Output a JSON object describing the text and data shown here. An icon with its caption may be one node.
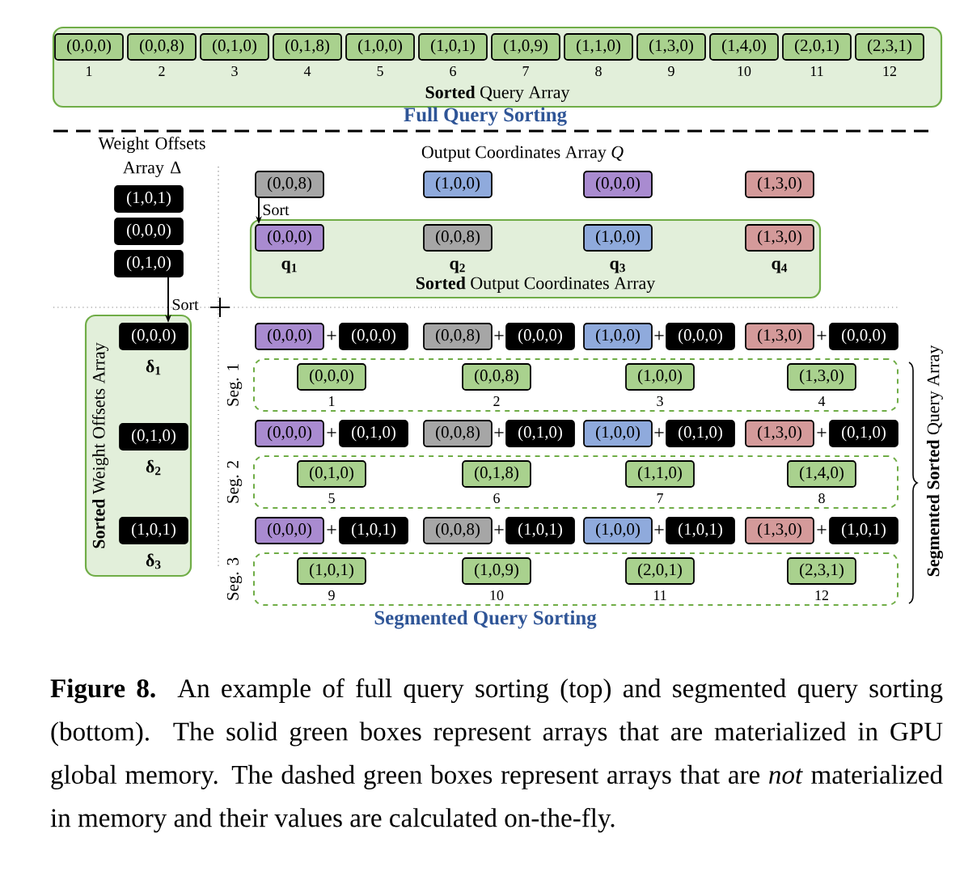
{
  "diagram": {
    "caption": "**Figure 8.** An example of full query sorting (top) and segmented query sorting (bottom). The solid green boxes represent arrays that are materialized in GPU global memory. The dashed green boxes represent arrays that are *not* materialized in memory and their values are calculated on-the-fly.",
    "nodes": [
      {
        "text": [
          "**Sorted** Query Array"
        ]
      },
      {
        "text": [
          "(0,0,0)"
        ],
        "in": 0,
        "beside": [
          "1"
        ]
      },
      {
        "text": [
          "(0,0,8)"
        ],
        "in": 0,
        "beside": [
          "2"
        ]
      },
      {
        "text": [
          "(0,1,0)"
        ],
        "in": 0,
        "beside": [
          "3"
        ]
      },
      {
        "text": [
          "(0,1,8)"
        ],
        "in": 0,
        "beside": [
          "4"
        ]
      },
      {
        "text": [
          "(1,0,0)"
        ],
        "in": 0,
        "beside": [
          "5"
        ]
      },
      {
        "text": [
          "(1,0,1)"
        ],
        "in": 0,
        "beside": [
          "6"
        ]
      },
      {
        "text": [
          "(1,0,9)"
        ],
        "in": 0,
        "beside": [
          "7"
        ]
      },
      {
        "text": [
          "(1,1,0)"
        ],
        "in": 0,
        "beside": [
          "8"
        ]
      },
      {
        "text": [
          "(1,3,0)"
        ],
        "in": 0,
        "beside": [
          "9"
        ]
      },
      {
        "text": [
          "(1,4,0)"
        ],
        "in": 0,
        "beside": [
          "10"
        ]
      },
      {
        "text": [
          "(2,0,1)"
        ],
        "in": 0,
        "beside": [
          "11"
        ]
      },
      {
        "text": [
          "(2,3,1)"
        ],
        "in": 0,
        "beside": [
          "12"
        ]
      },
      {
        "text": [
          "(1,0,1)"
        ]
      },
      {
        "text": [
          "(0,0,0)"
        ]
      },
      {
        "text": [
          "(0,1,0)"
        ]
      },
      {
        "text": [
          "(0,0,8)"
        ]
      },
      {
        "text": [
          "(1,0,0)"
        ]
      },
      {
        "text": [
          "(0,0,0)"
        ]
      },
      {
        "text": [
          "(1,3,0)"
        ]
      },
      {
        "text": [
          "**Sorted** Output Coordinates Array"
        ]
      },
      {
        "text": [
          "(0,0,0)"
        ],
        "in": 20,
        "beside": [
          "q$_{1}$"
        ]
      },
      {
        "text": [
          "(0,0,8)"
        ],
        "in": 20,
        "beside": [
          "q$_{2}$"
        ]
      },
      {
        "text": [
          "(1,0,0)"
        ],
        "in": 20,
        "beside": [
          "q$_{3}$"
        ]
      },
      {
        "text": [
          "(1,3,0)"
        ],
        "in": 20,
        "beside": [
          "q$_{4}$"
        ]
      },
      {
        "text": [
          "**Sorted** Weight Offsets Array"
        ]
      },
      {
        "text": [
          "(0,0,0)"
        ],
        "in": 25,
        "beside": [
          "δ$_{1}$"
        ]
      },
      {
        "text": [
          "(0,1,0)"
        ],
        "in": 25,
        "beside": [
          "δ$_{2}$"
        ]
      },
      {
        "text": [
          "(1,0,1)"
        ],
        "in": 25,
        "beside": [
          "δ$_{3}$"
        ]
      },
      {
        "text": [
          "(0,0,0)"
        ]
      },
      {
        "text": [
          "(0,0,0)"
        ]
      },
      {
        "text": [
          "(0,0,8)"
        ]
      },
      {
        "text": [
          "(0,0,0)"
        ]
      },
      {
        "text": [
          "(1,0,0)"
        ]
      },
      {
        "text": [
          "(0,0,0)"
        ]
      },
      {
        "text": [
          "(1,3,0)"
        ]
      },
      {
        "text": [
          "(0,0,0)"
        ]
      },
      {
        "text": [],
        "shape": "box",
        "beside": [
          "Seg. 1"
        ]
      },
      {
        "text": [
          "(0,0,0)"
        ],
        "in": 37,
        "beside": [
          "1"
        ]
      },
      {
        "text": [
          "(0,0,8)"
        ],
        "in": 37,
        "beside": [
          "2"
        ]
      },
      {
        "text": [
          "(1,0,0)"
        ],
        "in": 37,
        "beside": [
          "3"
        ]
      },
      {
        "text": [
          "(1,3,0)"
        ],
        "in": 37,
        "beside": [
          "4"
        ]
      },
      {
        "text": [
          "(0,0,0)"
        ]
      },
      {
        "text": [
          "(0,1,0)"
        ]
      },
      {
        "text": [
          "(0,0,8)"
        ]
      },
      {
        "text": [
          "(0,1,0)"
        ]
      },
      {
        "text": [
          "(1,0,0)"
        ]
      },
      {
        "text": [
          "(0,1,0)"
        ]
      },
      {
        "text": [
          "(1,3,0)"
        ]
      },
      {
        "text": [
          "(0,1,0)"
        ]
      },
      {
        "text": [],
        "shape": "box",
        "beside": [
          "Seg. 2"
        ]
      },
      {
        "text": [
          "(0,1,0)"
        ],
        "in": 50,
        "beside": [
          "5"
        ]
      },
      {
        "text": [
          "(0,1,8)"
        ],
        "in": 50,
        "beside": [
          "6"
        ]
      },
      {
        "text": [
          "(1,1,0)"
        ],
        "in": 50,
        "beside": [
          "7"
        ]
      },
      {
        "text": [
          "(1,4,0)"
        ],
        "in": 50,
        "beside": [
          "8"
        ]
      },
      {
        "text": [
          "(0,0,0)"
        ]
      },
      {
        "text": [
          "(1,0,1)"
        ]
      },
      {
        "text": [
          "(0,0,8)"
        ]
      },
      {
        "text": [
          "(1,0,1)"
        ]
      },
      {
        "text": [
          "(1,0,0)"
        ]
      },
      {
        "text": [
          "(1,0,1)"
        ]
      },
      {
        "text": [
          "(1,3,0)"
        ]
      },
      {
        "text": [
          "(1,0,1)"
        ]
      },
      {
        "text": [],
        "shape": "box",
        "beside": [
          "Seg. 3"
        ]
      },
      {
        "text": [
          "(1,0,1)"
        ],
        "in": 63,
        "beside": [
          "9"
        ]
      },
      {
        "text": [
          "(1,0,9)"
        ],
        "in": 63,
        "beside": [
          "10"
        ]
      },
      {
        "text": [
          "(2,0,1)"
        ],
        "in": 63,
        "beside": [
          "11"
        ]
      },
      {
        "text": [
          "(2,3,1)"
        ],
        "in": 63,
        "beside": [
          "12"
        ]
      }
    ],
    "edges": [
      {
        "from": 16,
        "to": 21,
        "arrow": "to",
        "label": "Sort"
      },
      {
        "from": 15,
        "to": 26,
        "arrow": "to",
        "label": "Sort"
      }
    ],
    "labels": [
      "Full Query Sorting",
      "Weight Offsets Array Δ",
      "Output Coordinates Array *Q*",
      "+",
      "+",
      "+",
      "+",
      "+",
      "+",
      "+",
      "+",
      "+",
      "+",
      "+",
      "+",
      "**Segmented Sorted** Query Array",
      "Segmented Query Sorting"
    ]
  }
}
